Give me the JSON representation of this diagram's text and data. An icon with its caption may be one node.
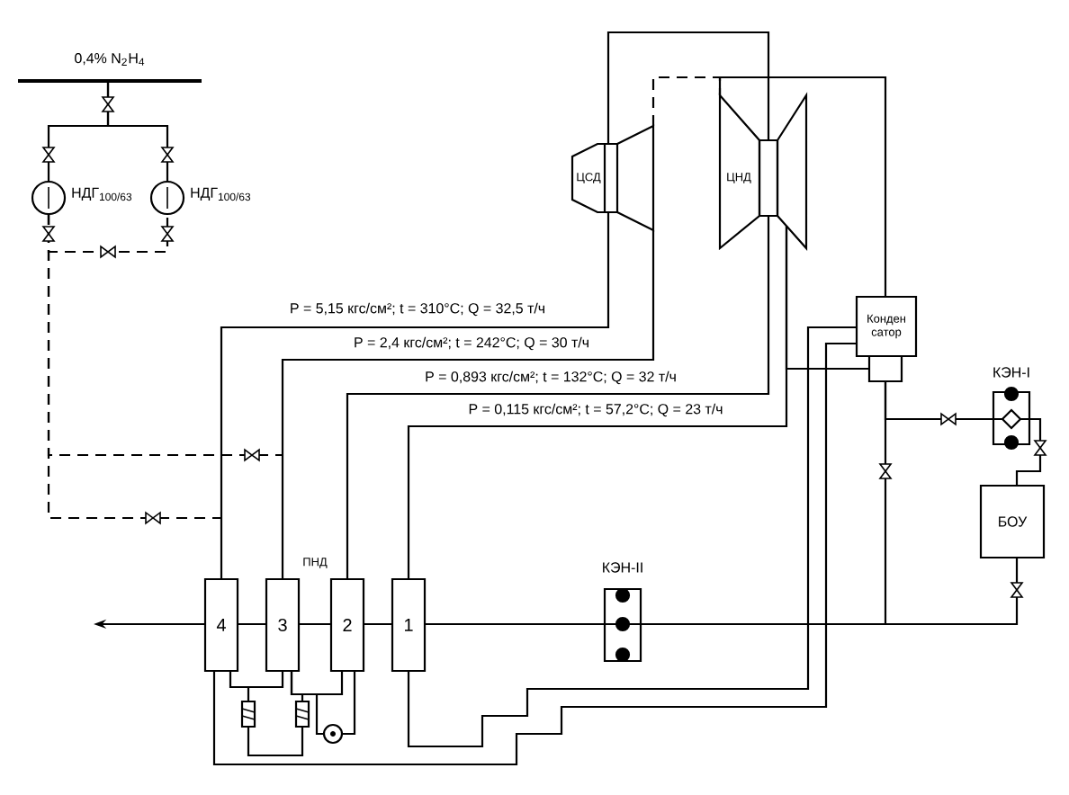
{
  "diagram": {
    "nodes": [
      {
        "text": [
          "0,4% N$_{2}$H$_{4}$"
        ]
      },
      {
        "text": [
          "НДГ$_{100/63}$"
        ]
      },
      {
        "text": [
          "НДГ$_{100/63}$"
        ]
      },
      {
        "text": [
          "ЦСД"
        ]
      },
      {
        "text": [
          "ЦНД"
        ]
      },
      {
        "text": [
          "Конден сатор"
        ]
      },
      {
        "text": [
          "КЭН-I"
        ]
      },
      {
        "text": [
          "БОУ"
        ]
      },
      {
        "text": [
          "4"
        ]
      },
      {
        "text": [
          "3"
        ]
      },
      {
        "text": [
          "2"
        ]
      },
      {
        "text": [
          "1"
        ]
      },
      {
        "text": [
          "КЭН-II"
        ]
      },
      {
        "text": [],
        "shape": "circle"
      }
    ],
    "edges": [
      {
        "from": 0,
        "to": 1,
        "arrow": "none"
      },
      {
        "from": 0,
        "to": 2,
        "arrow": "none"
      },
      {
        "from": 1,
        "to": 2,
        "arrow": "none",
        "style": "dashed"
      },
      {
        "from": 1,
        "to": null,
        "arrow": "none",
        "style": "dashed"
      },
      {
        "from": 1,
        "to": null,
        "arrow": "none",
        "style": "dashed"
      },
      {
        "from": 3,
        "to": 4,
        "arrow": "none"
      },
      {
        "from": 3,
        "to": 4,
        "arrow": "none",
        "style": "dashed"
      },
      {
        "from": 4,
        "to": 5,
        "arrow": "none"
      },
      {
        "from": 4,
        "to": 5,
        "arrow": "none"
      },
      {
        "from": 3,
        "to": 8,
        "arrow": "none",
        "label": "P = 5,15 кгс/см²; t = 310°C; Q = 32,5 т/ч"
      },
      {
        "from": 3,
        "to": 9,
        "arrow": "none",
        "label": "P = 2,4 кгс/см²; t = 242°C; Q = 30 т/ч"
      },
      {
        "from": 4,
        "to": 10,
        "arrow": "none",
        "label": "P = 0,893 кгс/см²; t = 132°C; Q = 32 т/ч"
      },
      {
        "from": 4,
        "to": 11,
        "arrow": "none",
        "label": "P = 0,115 кгс/см²; t = 57,2°C; Q = 23 т/ч"
      },
      {
        "from": 5,
        "to": 6,
        "arrow": "none"
      },
      {
        "from": 5,
        "to": null,
        "arrow": "none"
      },
      {
        "from": 6,
        "to": 7,
        "arrow": "none"
      },
      {
        "from": 7,
        "to": 12,
        "arrow": "none"
      },
      {
        "from": 12,
        "to": 11,
        "arrow": "none"
      },
      {
        "from": 11,
        "to": 10,
        "arrow": "none"
      },
      {
        "from": 10,
        "to": 9,
        "arrow": "none"
      },
      {
        "from": 9,
        "to": 8,
        "arrow": "none"
      },
      {
        "from": 8,
        "to": null,
        "arrow": "to"
      },
      {
        "from": 9,
        "to": 8,
        "arrow": "none"
      },
      {
        "from": 10,
        "to": 9,
        "arrow": "none"
      },
      {
        "from": 10,
        "to": 13,
        "arrow": "none"
      },
      {
        "from": 13,
        "to": 9,
        "arrow": "none"
      },
      {
        "from": 11,
        "to": 5,
        "arrow": "none"
      },
      {
        "from": 8,
        "to": 5,
        "arrow": "none"
      }
    ],
    "labels": [
      "ПНД"
    ]
  }
}
